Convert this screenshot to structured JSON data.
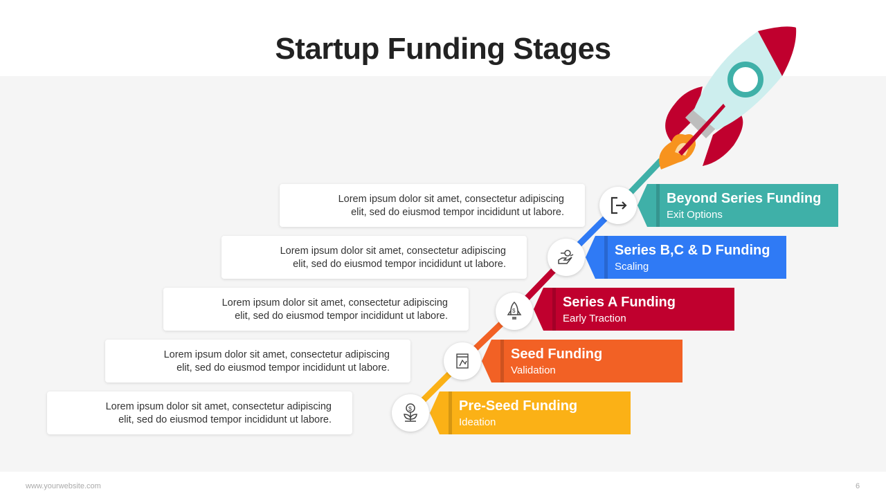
{
  "title": "Startup Funding Stages",
  "stages": [
    {
      "title": "Beyond Series Funding",
      "subtitle": "Exit Options",
      "color": "#3fb0a8",
      "icon": "exit-icon",
      "desc1": "Lorem ipsum dolor sit amet, consectetur adipiscing",
      "desc2": "elit, sed do eiusmod tempor incididunt ut labore."
    },
    {
      "title": "Series B,C & D Funding",
      "subtitle": "Scaling",
      "color": "#2f7af5",
      "icon": "money-exchange-hand-icon",
      "desc1": "Lorem ipsum dolor sit amet, consectetur adipiscing",
      "desc2": "elit, sed do eiusmod tempor incididunt ut labore."
    },
    {
      "title": "Series A Funding",
      "subtitle": "Early Traction",
      "color": "#c0002e",
      "icon": "rocket-dollar-icon",
      "desc1": "Lorem ipsum dolor sit amet, consectetur adipiscing",
      "desc2": "elit, sed do eiusmod tempor incididunt ut labore."
    },
    {
      "title": "Seed Funding",
      "subtitle": "Validation",
      "color": "#f26125",
      "icon": "document-chart-icon",
      "desc1": "Lorem ipsum dolor sit amet, consectetur adipiscing",
      "desc2": "elit, sed do eiusmod tempor incididunt ut labore."
    },
    {
      "title": "Pre-Seed Funding",
      "subtitle": "Ideation",
      "color": "#fbb116",
      "icon": "dollar-plant-icon",
      "desc1": "Lorem ipsum dolor sit amet, consectetur adipiscing",
      "desc2": "elit, sed do eiusmod tempor incididunt ut labore."
    }
  ],
  "footer": {
    "website": "www.yourwebsite.com",
    "page": "6"
  }
}
